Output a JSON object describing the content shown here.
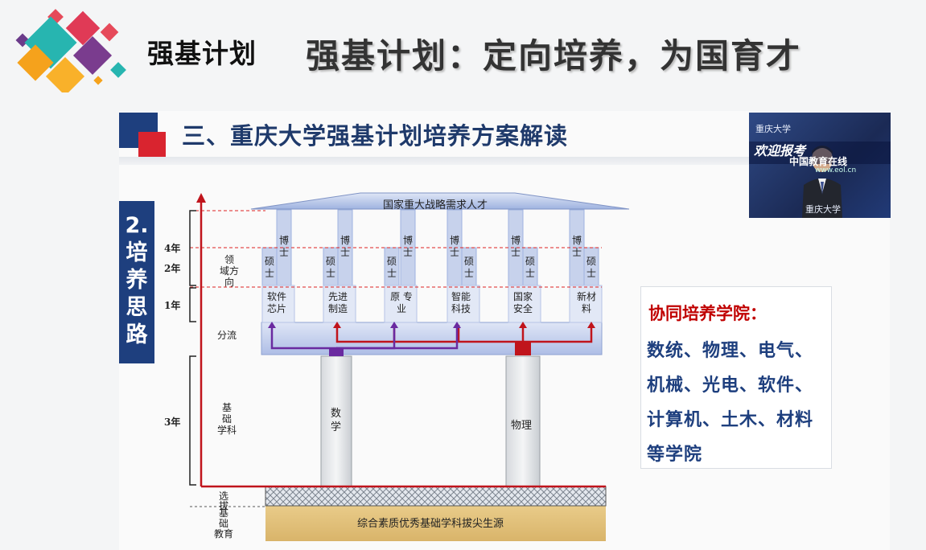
{
  "header": {
    "short_title": "强基计划",
    "main_title": "强基计划：定向培养，为国育才"
  },
  "slide": {
    "title": "三、重庆大学强基计划培养方案解读",
    "sidebar_label_lines": [
      "2.",
      "培",
      "养",
      "思",
      "路"
    ]
  },
  "diagram": {
    "roof_label": "国家重大战略需求人才",
    "left_years": [
      "4年",
      "2年",
      "1年",
      "3年"
    ],
    "stage_labels": {
      "direction": [
        "领",
        "域方",
        "向"
      ],
      "split": "分流",
      "foundation": [
        "基",
        "础",
        "学科"
      ],
      "selection": "选",
      "selection2": "拔",
      "basic_edu": [
        "基",
        "础",
        "教育"
      ]
    },
    "pillars": [
      {
        "master": [
          "硕",
          "士"
        ],
        "doctor": [
          "博",
          "士"
        ],
        "field": [
          "软件",
          "芯片"
        ]
      },
      {
        "master": [
          "硕",
          "士"
        ],
        "doctor": [
          "博",
          "士"
        ],
        "field": [
          "先进",
          "制造"
        ]
      },
      {
        "master": [
          "硕",
          "士"
        ],
        "doctor": [
          "博",
          "士"
        ],
        "field": [
          "原 专",
          "业"
        ]
      },
      {
        "master": [
          "硕",
          "士"
        ],
        "doctor": [
          "博",
          "士"
        ],
        "field": [
          "智能",
          "科技"
        ]
      },
      {
        "master": [
          "硕",
          "士"
        ],
        "doctor": [
          "博",
          "士"
        ],
        "field": [
          "国家",
          "安全"
        ]
      },
      {
        "master": [
          "硕",
          "士"
        ],
        "doctor": [
          "博",
          "士"
        ],
        "field": [
          "新材",
          "料"
        ]
      }
    ],
    "base_columns": [
      {
        "label": [
          "数",
          "学"
        ]
      },
      {
        "label": [
          "物理"
        ]
      }
    ],
    "ground_label": "综合素质优秀基础学科拔尖生源",
    "colors": {
      "red": "#c0141c",
      "purple": "#6a2aa0",
      "blue_light": "#c7d2ec",
      "blue_mid": "#9fb3e0"
    }
  },
  "info_box": {
    "title": "协同培养学院：",
    "lines": [
      "数统、物理、电气、",
      "机械、光电、软件、",
      "计算机、土木、材料",
      "等学院"
    ]
  },
  "video": {
    "uni_top": "重庆大学",
    "welcome": "欢迎报考",
    "logo": "中国教育在线",
    "url": "www.eol.cn",
    "uni_bottom": "重庆大学"
  }
}
